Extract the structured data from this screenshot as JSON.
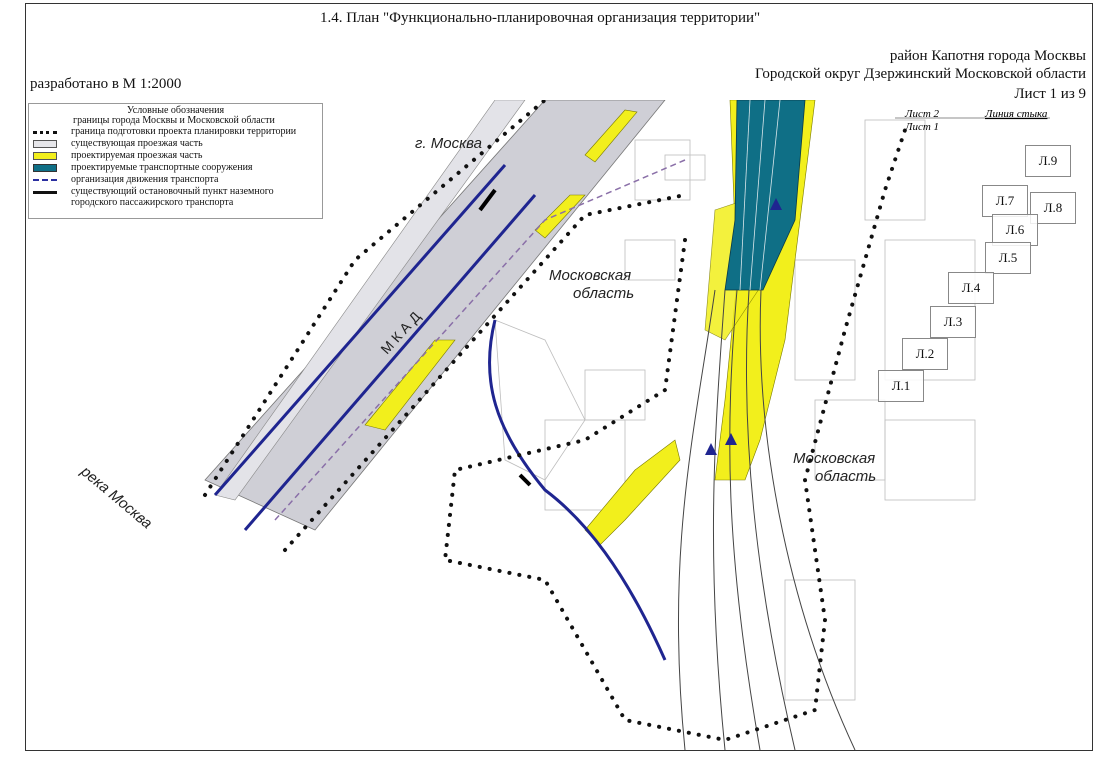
{
  "title": "1.4.      План \"Функционально-планировочная организация территории\"",
  "header": {
    "district": "район Капотня города Москвы",
    "okrug": "Городской округ Дзержинский Московской области",
    "sheet": "Лист 1 из 9"
  },
  "scale": "разработано в М 1:2000",
  "legend": {
    "title": "Условные обозначения",
    "items": [
      "границы города Москвы и Московской области",
      "граница подготовки проекта планировки территории",
      "существующая проезжая часть",
      "проектируемая проезжая часть",
      "проектируемые транспортные сооружения",
      "организация движения транспорта",
      "существующий остановочный пункт наземного городского пассажирского транспорта"
    ],
    "stop_line1": "существующий остановочный пункт наземного",
    "stop_line2": "городского пассажирского транспорта"
  },
  "map_labels": {
    "moscow_city": "г. Москва",
    "mo_1_line1": "Московская",
    "mo_1_line2": "область",
    "mo_2_line1": "Московская",
    "mo_2_line2": "область",
    "mkad": "МКАД",
    "river": "река Москва",
    "sheet2": "Лист 2",
    "sheet1": "Лист 1",
    "match_line": "Линия стыка"
  },
  "sheet_index": [
    "Л.9",
    "Л.7",
    "Л.8",
    "Л.6",
    "Л.5",
    "Л.4",
    "Л.3",
    "Л.2",
    "Л.1"
  ],
  "colors": {
    "existing_road": "#cfcfd6",
    "projected_road": "#f2ef1c",
    "structures": "#0f6f86",
    "traffic": "#1f2590"
  }
}
